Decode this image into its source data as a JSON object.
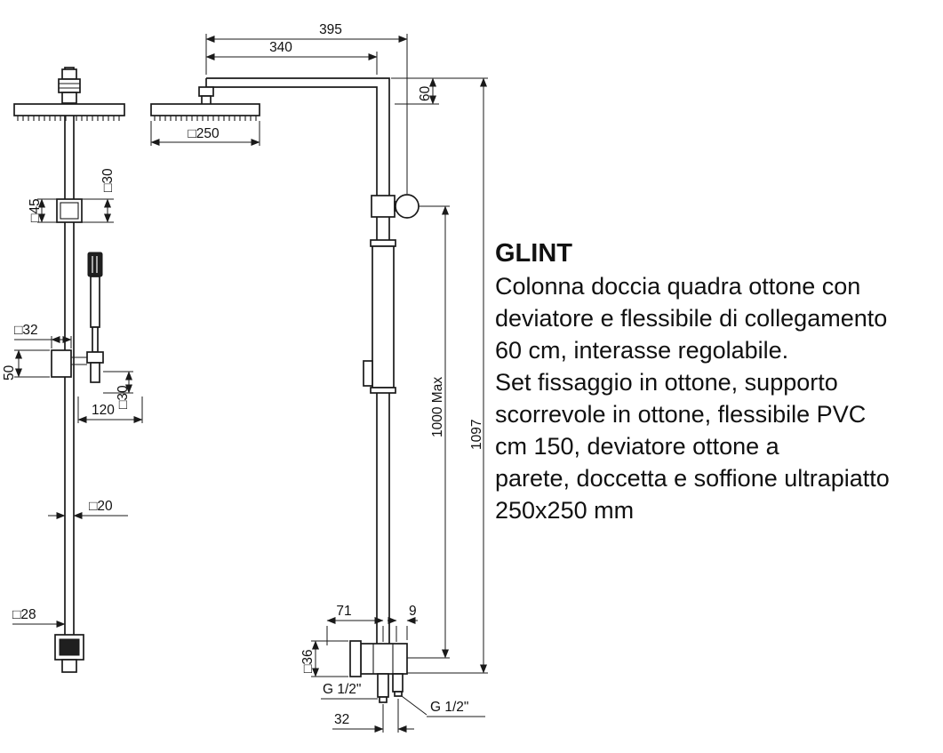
{
  "product": {
    "title": "GLINT",
    "description_lines": [
      "Colonna doccia quadra ottone con",
      "deviatore e flessibile di collegamento",
      "60 cm, interasse regolabile.",
      "Set fissaggio in ottone, supporto",
      "scorrevole in ottone, flessibile PVC",
      "cm 150, deviatore ottone a",
      "parete, doccetta e soffione ultrapiatto",
      "250x250 mm"
    ]
  },
  "dimensions": {
    "front_view": {
      "bracket_depth": "□30",
      "bracket_size": "□45",
      "holder_width": "□32",
      "holder_height": "50",
      "handshower_size": "□30",
      "holder_offset": "120",
      "column_size": "□20",
      "base_size": "□28"
    },
    "side_view": {
      "arm_total": "395",
      "arm_length": "340",
      "head_drop": "60",
      "head_size": "□250",
      "column_travel": "1000 Max",
      "total_height": "1097",
      "wall_offset": "71",
      "outlet_offset": "9",
      "wall_plate": "□36",
      "inlet_thread_upper": "G 1/2\"",
      "inlet_thread_lower": "G 1/2\"",
      "inlet_spacing": "32"
    },
    "line_color": "#1a1a1a"
  }
}
